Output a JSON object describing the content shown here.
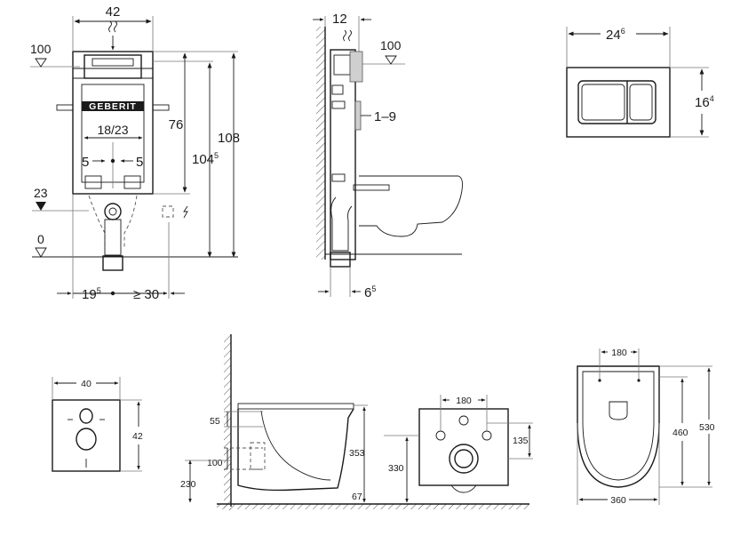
{
  "frame_front": {
    "width_42": "42",
    "level_100": "100",
    "brand": "GEBERIT",
    "dim_76": "76",
    "dim_104": "104",
    "dim_104_sup": "5",
    "dim_108": "108",
    "dim_18_23": "18/23",
    "dim_5_left": "5",
    "dim_5_right": "5",
    "level_23": "23",
    "level_0": "0",
    "dim_19": "19",
    "dim_19_sup": "5",
    "dim_ge30": "≥ 30"
  },
  "frame_side": {
    "dim_12": "12",
    "level_100": "100",
    "dim_1_9": "1–9",
    "dim_6": "6",
    "dim_6_sup": "5"
  },
  "plate": {
    "width_24": "24",
    "width_sup": "6",
    "height_16": "16",
    "height_sup": "4"
  },
  "pad": {
    "width_40": "40",
    "height_42": "42"
  },
  "wc_side": {
    "dim_55": "55",
    "dim_100": "100",
    "dim_230": "230",
    "dim_353": "353",
    "dim_67": "67"
  },
  "wc_back": {
    "dim_180": "180",
    "dim_135": "135",
    "dim_330": "330"
  },
  "wc_top": {
    "dim_180": "180",
    "dim_460": "460",
    "dim_530": "530",
    "dim_360": "360"
  }
}
